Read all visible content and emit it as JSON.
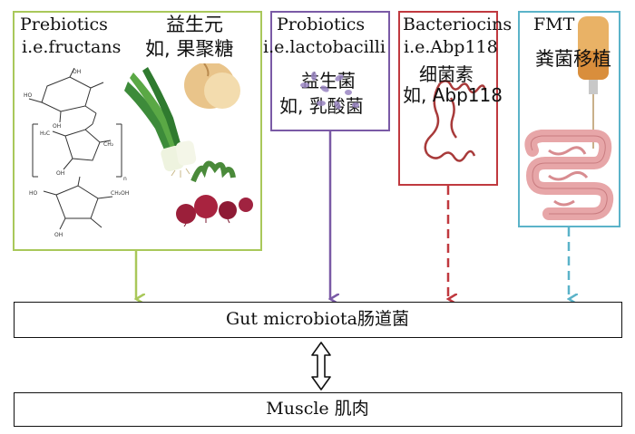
{
  "boxes": {
    "prebiotics": {
      "title_en": "Prebiotics",
      "title_zh": "益生元",
      "example_en": "i.e.fructans",
      "example_zh": "如, 果聚糖",
      "color": "#a9c85a"
    },
    "probiotics": {
      "title_en": "Probiotics",
      "example_en": "i.e.lactobacilli",
      "title_zh": "益生菌",
      "example_zh": "如, 乳酸菌",
      "color": "#7a5aa6"
    },
    "bacteriocins": {
      "title_en": "Bacteriocins",
      "example_en": "i.e.Abp118",
      "title_zh": "细菌素",
      "example_zh": "如, Abp118",
      "color": "#c0393f"
    },
    "fmt": {
      "title_en": "FMT",
      "title_zh": "粪菌移植",
      "color": "#5bb3c9"
    }
  },
  "targets": {
    "gut": {
      "label": "Gut microbiota肠道菌"
    },
    "muscle": {
      "label": "Muscle 肌肉"
    }
  }
}
